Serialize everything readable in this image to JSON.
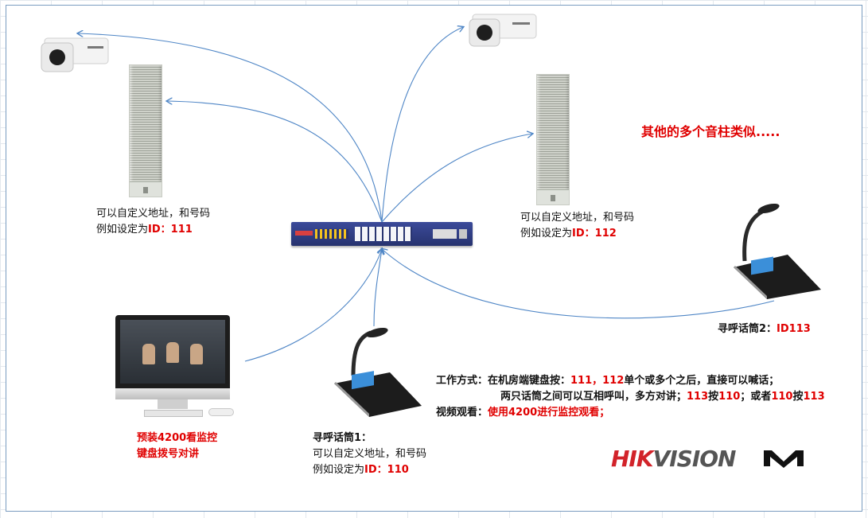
{
  "speaker_left": {
    "line1": "可以自定义地址，和号码",
    "line2_prefix": "例如设定为",
    "line2_id": "ID：111"
  },
  "speaker_right": {
    "line1": "可以自定义地址，和号码",
    "line2_prefix": "例如设定为",
    "line2_id": "ID：112"
  },
  "other_columns_note": "其他的多个音柱类似.....",
  "pc_label": {
    "line1": "预装4200看监控",
    "line2": "键盘拨号对讲"
  },
  "mic1": {
    "title": "寻呼话筒1：",
    "line1": "可以自定义地址，和号码",
    "line2_prefix": "例如设定为",
    "line2_id": "ID：110"
  },
  "mic2": {
    "title": "寻呼话筒2：",
    "id": "ID113"
  },
  "work": {
    "l1_a": "工作方式：在机房端键盘按：",
    "l1_b": "111，112",
    "l1_c": "单个或多个之后，直接可以喊话；",
    "l2_a": "两只话筒之间可以互相呼叫，多方对讲；",
    "l2_b": "113",
    "l2_c": "按",
    "l2_d": "110",
    "l2_e": "；或者",
    "l2_f": "110",
    "l2_g": "按",
    "l2_h": "113",
    "l3_a": "视频观看：",
    "l3_b": "使用4200进行监控观看；"
  },
  "logos": {
    "hikvision": "HIKVISION",
    "hikvision_hi": "HIK",
    "second_brand": "M"
  },
  "colors": {
    "accent_red": "#e00000",
    "arrow_blue": "#4f86c6",
    "frame": "#7a9cc0"
  },
  "icons": [
    "camera-icon",
    "column-speaker-icon",
    "poe-switch-icon",
    "desktop-pc-icon",
    "paging-microphone-icon"
  ]
}
